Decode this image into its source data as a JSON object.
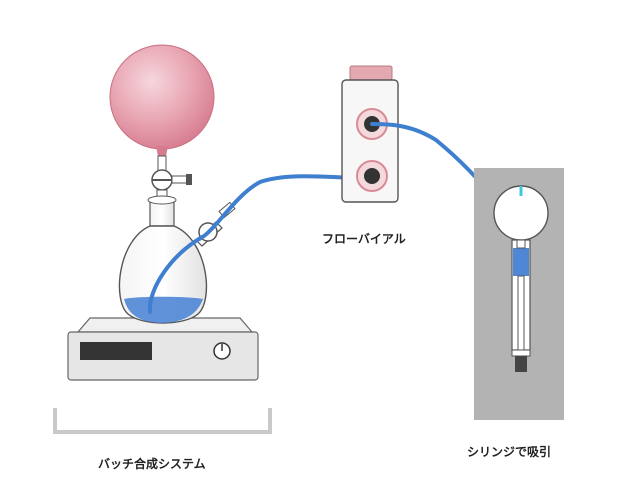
{
  "labels": {
    "flow_vial": "フローバイアル",
    "syringe": "シリンジで吸引",
    "batch": "バッチ合成システム"
  },
  "colors": {
    "balloon": "#e8a5b2",
    "balloon_shade": "#d67a8e",
    "vial_cap": "#e3a8b0",
    "port_ring": "#d98a96",
    "tube": "#3f7fcf",
    "liquid": "#4f86d6",
    "stage": "#e6e6e6",
    "syringe_panel": "#b3b3b3",
    "bracket": "#c9c9c9",
    "indicator": "#3fc6df"
  },
  "icons": {
    "vial_ports": "port-icon",
    "flow_arrows": "arrowhead-icon"
  }
}
